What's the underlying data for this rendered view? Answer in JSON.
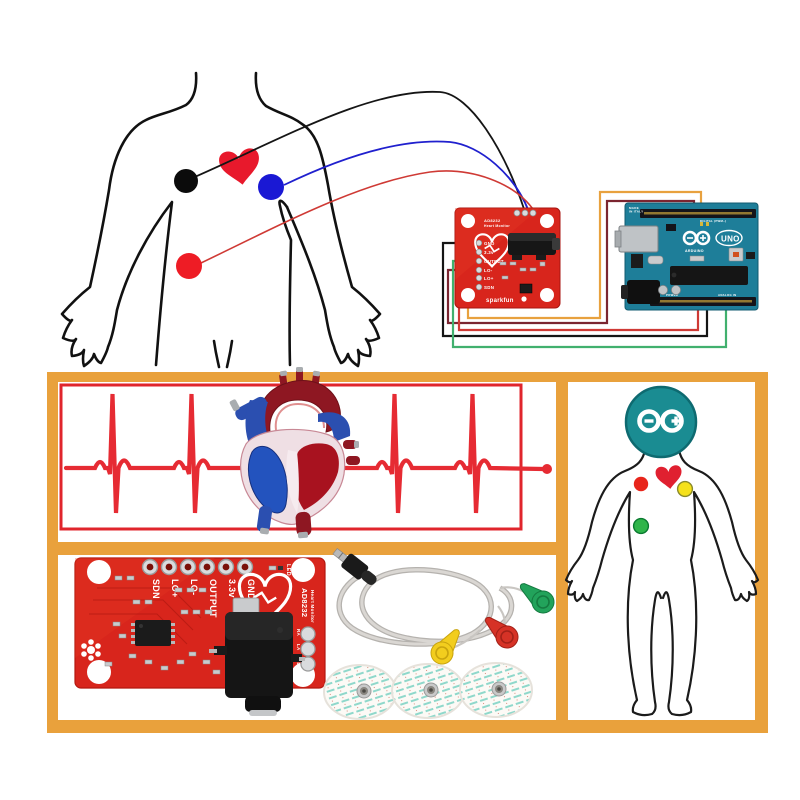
{
  "colors": {
    "frame_orange": "#E9A13C",
    "ecg_red": "#E62B33",
    "pcb_red": "#D8251C",
    "arduino_blue": "#1E7E99",
    "logo_teal": "#1A8C92",
    "wire_black": "#151515",
    "wire_blue": "#2020CE",
    "wire_red": "#CF3A35",
    "wire_maroon": "#7B2530",
    "wire_orange": "#E8A13E",
    "wire_green": "#41B06E",
    "lead_yellow": "#F2CD1E",
    "lead_red": "#D63226",
    "lead_green": "#22A35B"
  },
  "top_diagram": {
    "electrodes": [
      {
        "id": "black-electrode",
        "color": "#0B0B0B"
      },
      {
        "id": "blue-electrode",
        "color": "#1A18D4"
      },
      {
        "id": "red-electrode",
        "color": "#EE1C25"
      }
    ],
    "sensor_board": {
      "name": "AD8232",
      "subtitle": "Heart Monitor",
      "brand": "sparkfun",
      "left_pins": [
        "GND",
        "3.3v",
        "OUTPUT",
        "LO-",
        "LO+",
        "SDN"
      ]
    },
    "arduino": {
      "origin_line1": "MADE",
      "origin_line2": "IN ITALY",
      "brand": "ARDUINO",
      "model": "UNO",
      "digital_label": "DIGITAL (PWM~)",
      "power_label": "POWER",
      "analog_label": "ANALOG IN"
    }
  },
  "kit_panel": {
    "board": {
      "name": "AD8232",
      "subtitle": "Heart Monitor",
      "top_pins": [
        "SDN",
        "LO+",
        "LO-",
        "OUTPUT",
        "3.3v",
        "GND"
      ],
      "led_label": "LED",
      "pad_labels": [
        "RA",
        "LA",
        "RL"
      ]
    },
    "cable_leads": [
      "yellow",
      "red",
      "green"
    ]
  }
}
